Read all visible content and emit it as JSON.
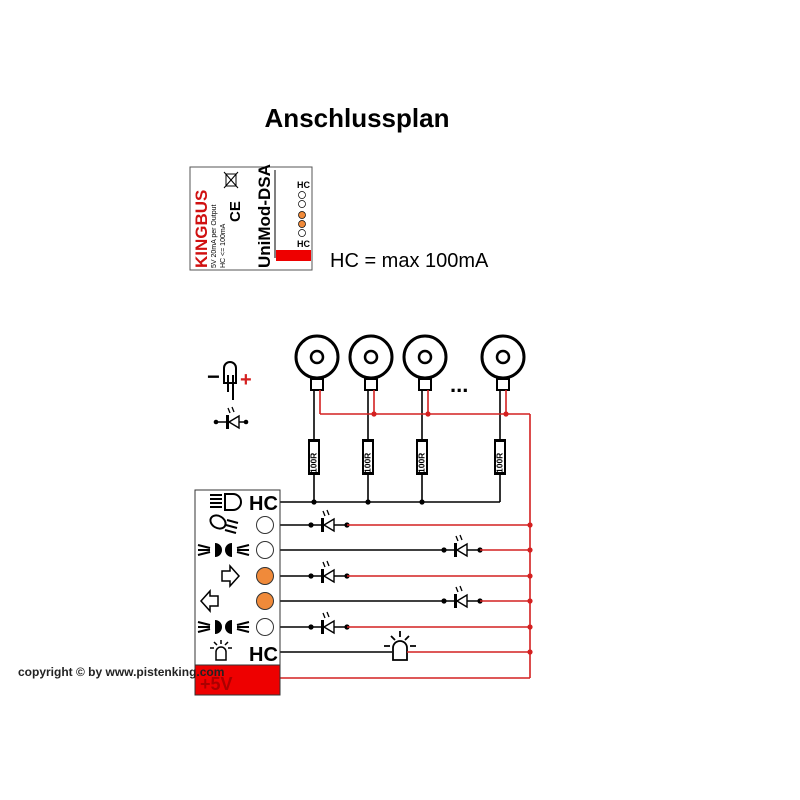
{
  "title": "Anschlussplan",
  "hc_note": "HC = max 100mA",
  "module": {
    "brand": "KINGBUS",
    "spec1": "5V 20mA per Output",
    "spec2": "HC <= 100mA",
    "ce": "CE",
    "name": "UniMod-DSA",
    "hc_label": "HC",
    "power_label": "+5V"
  },
  "legend": {
    "minus": "−",
    "plus": "+"
  },
  "resistor_label": "100R",
  "ellipsis": "...",
  "copyright": "copyright © by www.pistenking.com",
  "colors": {
    "wire_red": "#d42020",
    "power_red": "#ee0000",
    "orange": "#f08a3a",
    "black": "#000000"
  }
}
